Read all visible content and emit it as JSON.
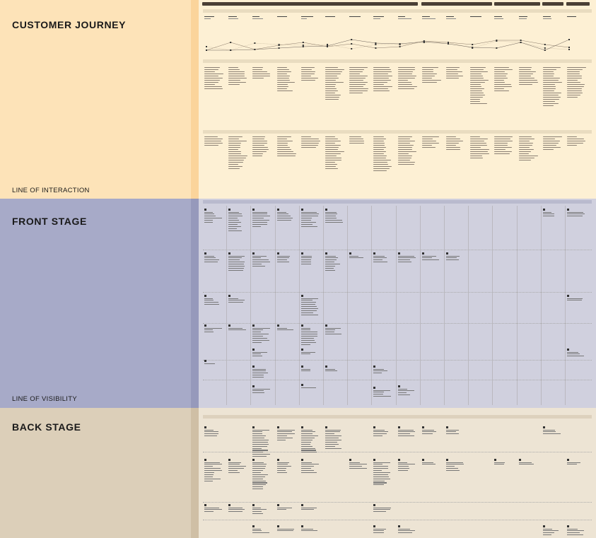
{
  "stages": {
    "journey": {
      "title": "CUSTOMER JOURNEY",
      "line_label": "LINE OF INTERACTION"
    },
    "front": {
      "title": "FRONT STAGE",
      "line_label": "LINE OF VISIBILITY"
    },
    "back": {
      "title": "BACK STAGE"
    }
  },
  "colors": {
    "journey_label_bg": "#fde3b8",
    "journey_content_bg": "#fdf0d4",
    "front_label_bg": "#a7aac8",
    "front_content_bg": "#d0d0de",
    "back_label_bg": "#dccfb9",
    "back_content_bg": "#ede4d4"
  }
}
